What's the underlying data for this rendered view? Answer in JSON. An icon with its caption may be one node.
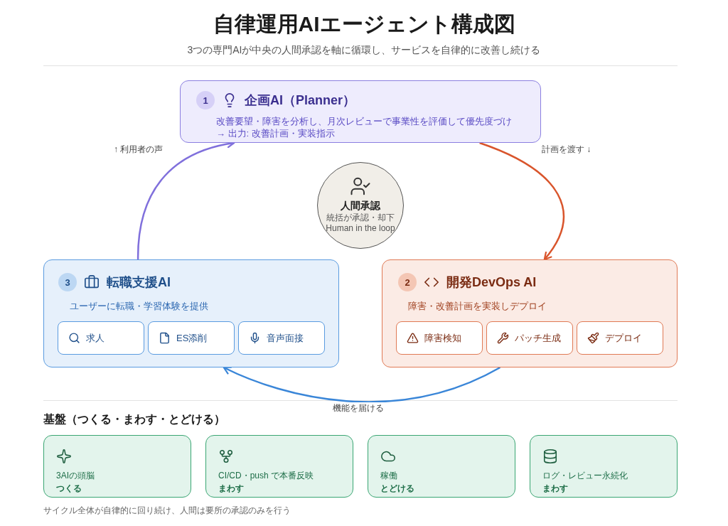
{
  "diagram": {
    "title": "自律運用AIエージェント構成図",
    "nodes": [
      {
        "text": [
          "1",
          "企画AI（Planner）",
          "改善要望・障害を分析し、月次レビューで事業性を評価して優先度づけ",
          "→ 出力: 改善計画・実装指示"
        ]
      },
      {
        "text": [
          "人間承認",
          "統括が承認・却下",
          "Human in the loop"
        ]
      },
      {
        "text": [
          "3",
          "転職支援AI",
          "ユーザーに転職・学習体験を提供"
        ]
      },
      {
        "text": [
          "求人"
        ],
        "in": 2
      },
      {
        "text": [
          "ES添削"
        ],
        "in": 2
      },
      {
        "text": [
          "音声面接"
        ],
        "in": 2
      },
      {
        "text": [
          "2",
          "開発DevOps AI",
          "障害・改善計画を実装しデプロイ"
        ]
      },
      {
        "text": [
          "障害検知"
        ],
        "in": 6
      },
      {
        "text": [
          "パッチ生成"
        ],
        "in": 6
      },
      {
        "text": [
          "デプロイ"
        ],
        "in": 6
      },
      {
        "text": [
          "3AIの頭脳",
          "つくる"
        ]
      },
      {
        "text": [
          "CI/CD・push で本番反映",
          "まわす"
        ]
      },
      {
        "text": [
          "稼働",
          "とどける"
        ]
      },
      {
        "text": [
          "ログ・レビュー永続化",
          "まわす"
        ]
      }
    ],
    "edges": [
      {
        "from": 2,
        "to": 0,
        "arrow": "to",
        "label": "↑ 利用者の声",
        "color": "#8070dc"
      },
      {
        "from": 0,
        "to": 6,
        "arrow": "to",
        "label": "計画を渡す ↓",
        "color": "#d9552c"
      },
      {
        "from": 6,
        "to": 2,
        "arrow": "to",
        "label": "機能を届ける",
        "color": "#3a86d8"
      }
    ],
    "labels": [
      "3つの専門AIが中央の人間承認を軸に循環し、サービスを自律的に改善し続ける",
      "基盤（つくる・まわす・とどける）",
      "サイクル全体が自律的に回り続け、人間は要所の承認のみを行う"
    ]
  }
}
